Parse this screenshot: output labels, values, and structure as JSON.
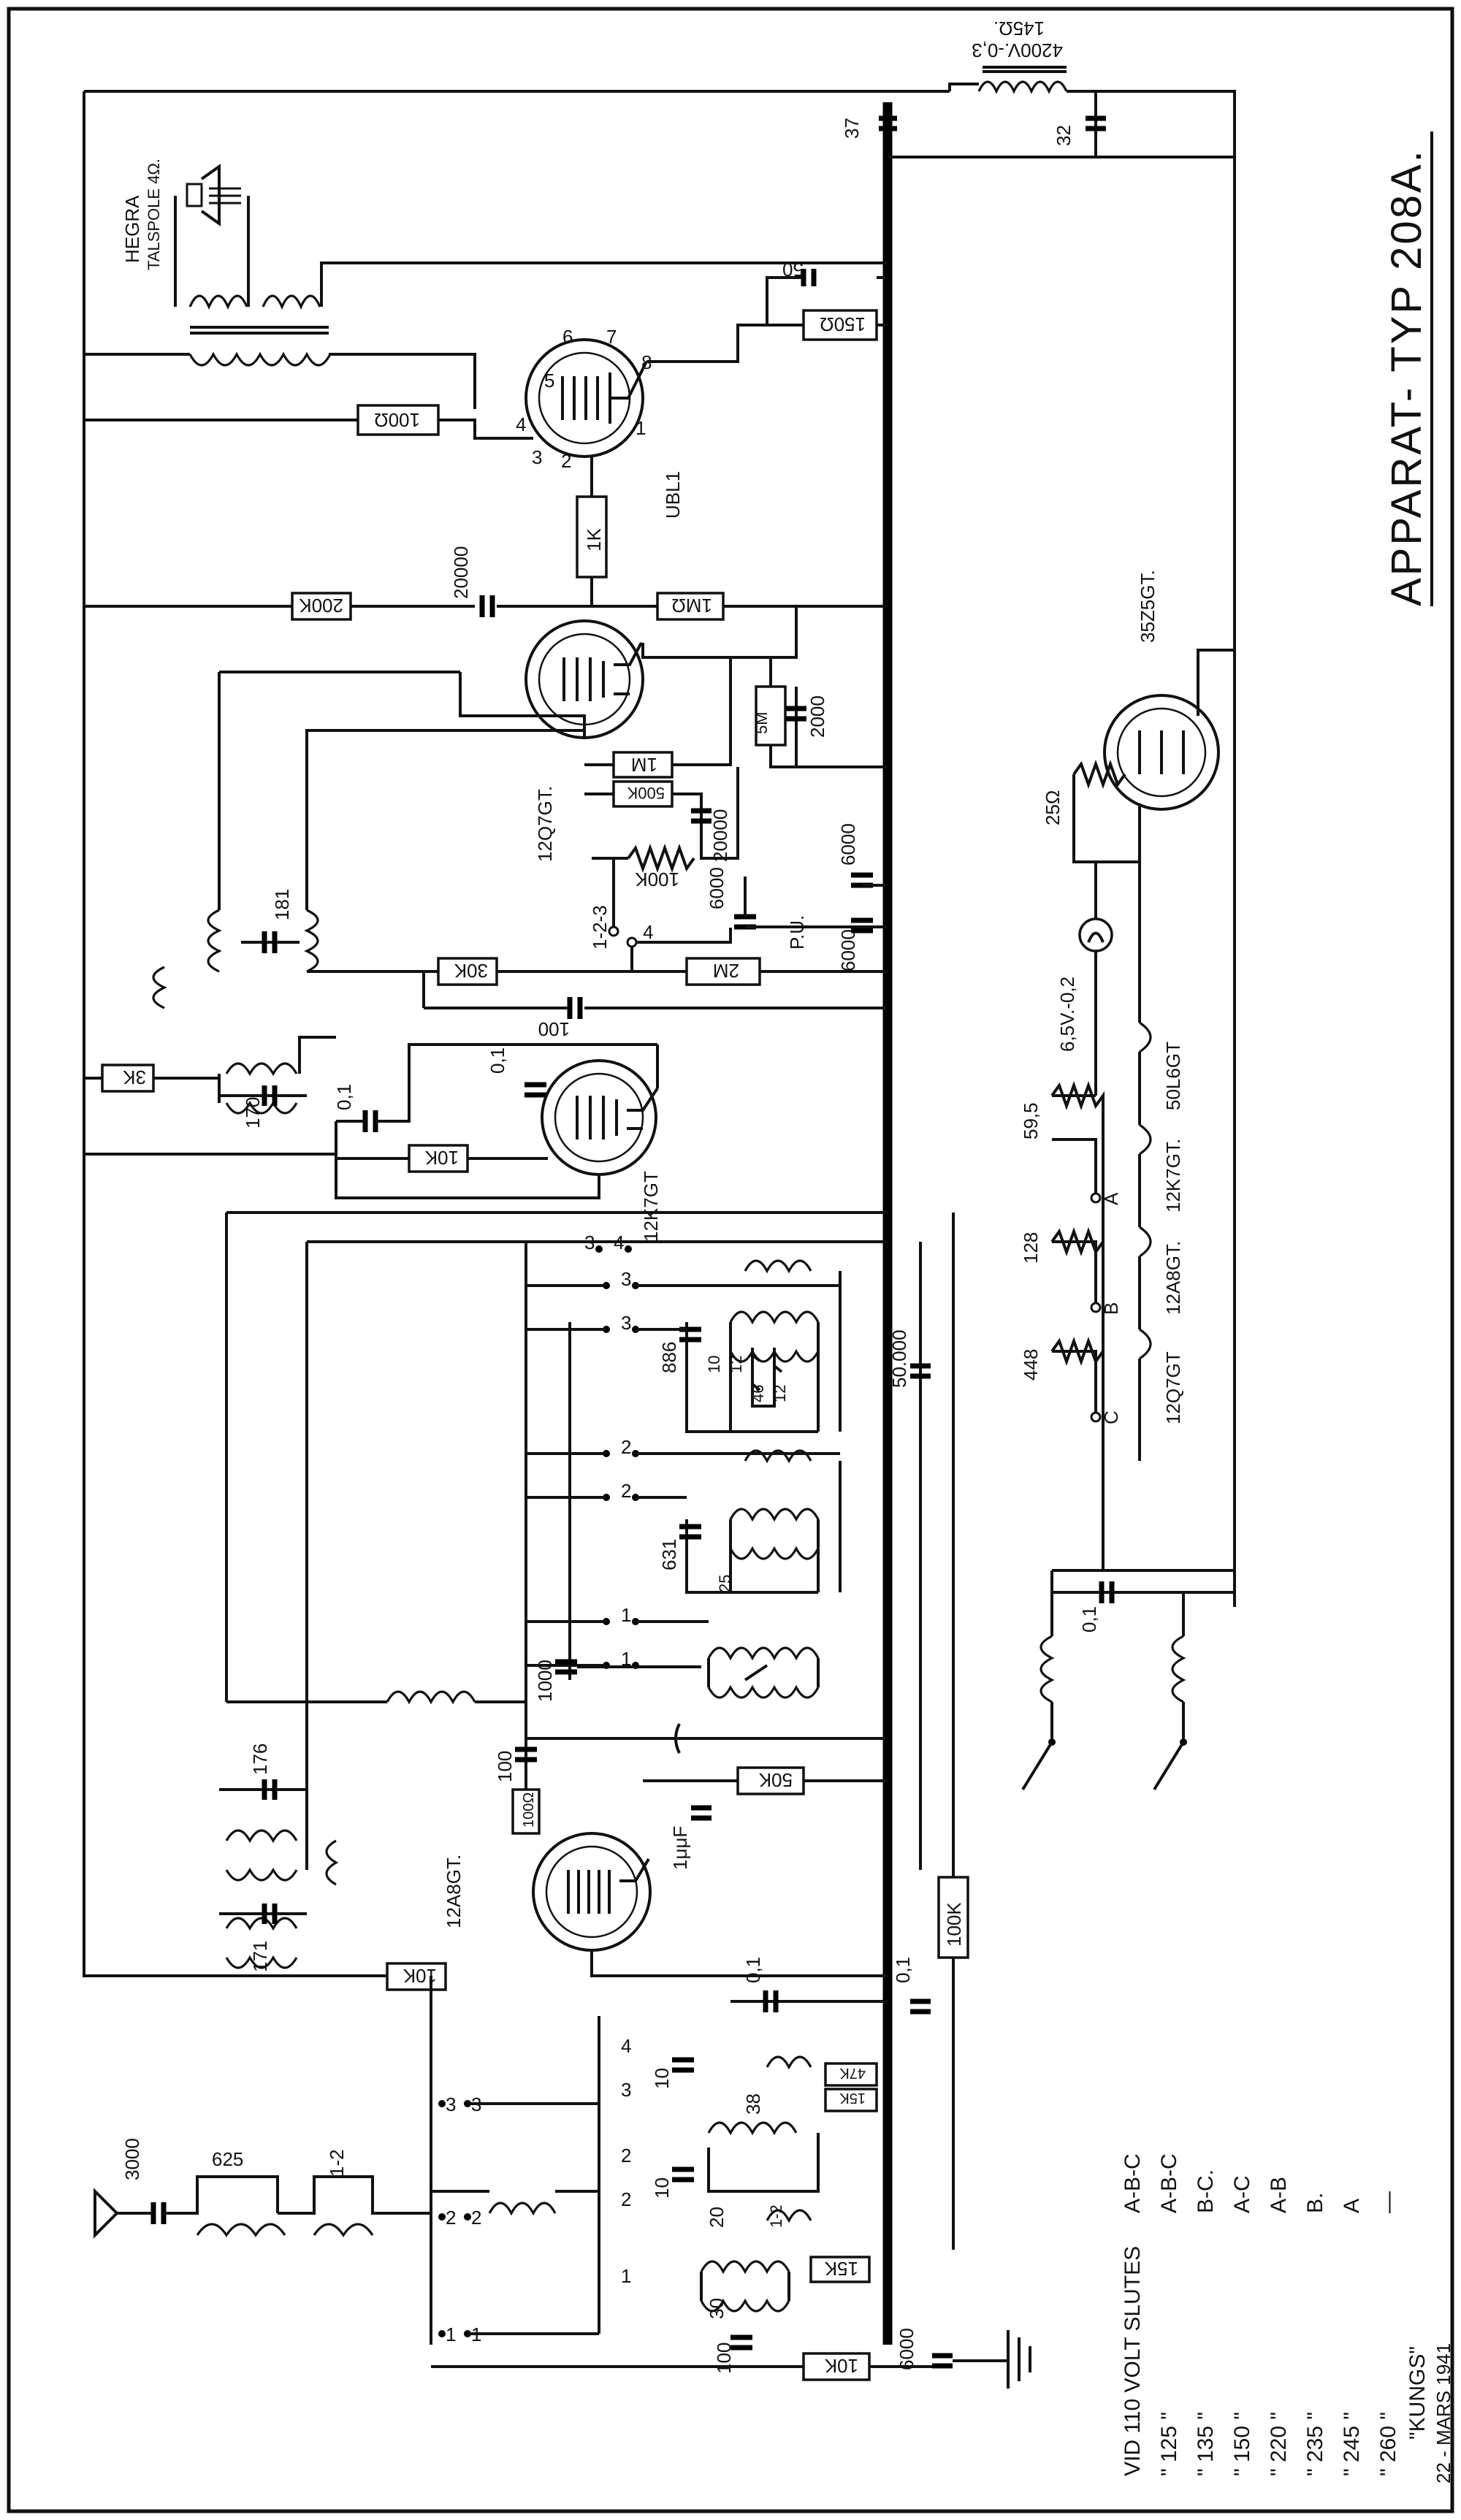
{
  "title": "APPARAT- TYP 208A.",
  "tubes": {
    "ubl1": "UBL1",
    "q7": "12Q7GT.",
    "k7": "12K7GT",
    "a8": "12A8GT.",
    "rect": "35Z5GT."
  },
  "speaker": {
    "name": "HEGRA",
    "note": "TALSPOLE 4Ω."
  },
  "output_choke": {
    "spec": "4200V.-0,3",
    "ohm": "145Ω."
  },
  "resistors": {
    "r100": "100Ω",
    "r150": "150Ω",
    "r1k": "1K",
    "r200k": "200K",
    "r1m": "1MΩ",
    "r1m2": "1M",
    "r500k": "500K",
    "r5m": "5M",
    "r100k_pot": "100K",
    "r2m": "2M",
    "r30k": "30K",
    "r10k_a": "10K",
    "r3k": "3K",
    "r50k": "50K",
    "r10k_b": "10K",
    "r100k": "100K",
    "r15k_a": "15K",
    "r15k_b": "15K",
    "r10k_c": "10K",
    "r47k": "47K",
    "r100_osc": "100Ω",
    "r25": "25Ω"
  },
  "capacitors": {
    "c50": "50",
    "c37": "37",
    "c32": "32",
    "c20000_a": "20000",
    "c2000": "2000",
    "c20000_b": "20000",
    "c6000_a": "6000",
    "c6000_b": "6000",
    "c6000_c": "6000",
    "c181": "181",
    "c100_a": "100",
    "c170": "170",
    "c01_a": "0,1",
    "c01_b": "0,1",
    "c50000": "50.000",
    "c886": "886",
    "c631": "631",
    "c176": "176",
    "c171": "171",
    "c1000": "1000",
    "c100_b": "100",
    "c1uf": "1μμF",
    "c01_c": "0,1",
    "c01_d": "0,1",
    "c6000_d": "6000",
    "c3000": "3000",
    "c625": "625",
    "c01_e": "0,1",
    "c100_c": "100",
    "c30": "30",
    "c20": "20",
    "c10_a": "10",
    "c10_b": "10",
    "c38": "38",
    "t10": "10",
    "t12": "12",
    "t46": "46",
    "t12b": "12",
    "t12c": "1-2",
    "t25": "25"
  },
  "misc": {
    "pu": "P.U.",
    "lamp": "6,5V.-0,2",
    "switch_123": "1-2-3",
    "ant_12": "1-2"
  },
  "voltage_taps": {
    "a": "A",
    "b": "B",
    "c": "C",
    "v595": "59,5",
    "v128": "128",
    "v448": "448"
  },
  "heaters": [
    "50L6GT",
    "12K7GT.",
    "12A8GT.",
    "12Q7GT"
  ],
  "bandswitch_labels": [
    "1",
    "2",
    "3",
    "4"
  ],
  "voltage_table": {
    "header": "VID 110 VOLT SLUTES",
    "rows": [
      [
        "VID 110 VOLT SLUTES",
        "A-B-C"
      ],
      [
        "\" 125 \"",
        "A-B-C"
      ],
      [
        "\" 135 \"",
        "B-C."
      ],
      [
        "\" 150 \"",
        "A-C"
      ],
      [
        "\" 220 \"",
        "A-B"
      ],
      [
        "\" 235 \"",
        "B."
      ],
      [
        "\" 245 \"",
        "A"
      ],
      [
        "\" 260 \"",
        "—"
      ]
    ]
  },
  "footer": {
    "name": "\"KUNGS\"",
    "date": "22 - MARS 1941"
  }
}
